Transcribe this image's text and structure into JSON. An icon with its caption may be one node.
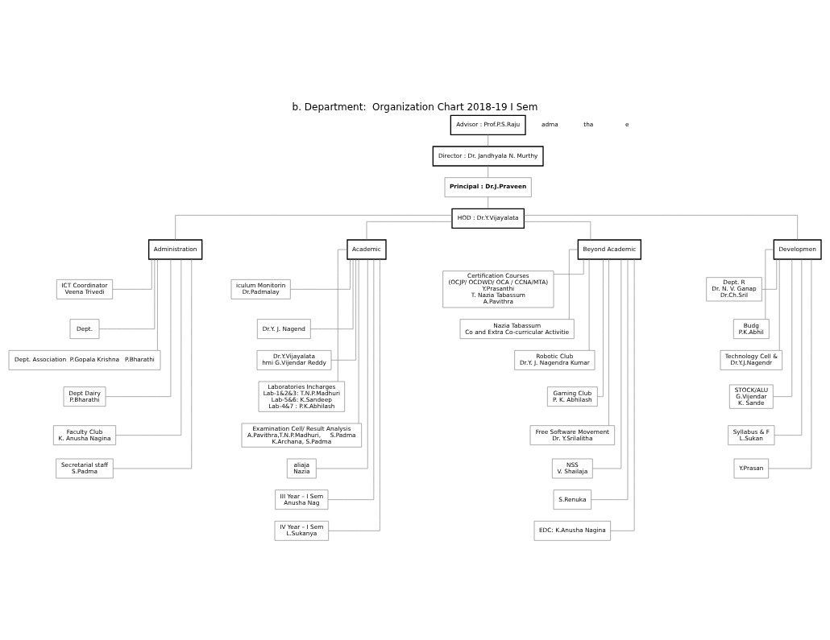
{
  "diagram": {
    "title": "b. Department:  Organization Chart 2018-19 I Sem",
    "nodes": [
      {
        "text": [
          "Advisor : Prof.P.S.Raju"
        ]
      },
      {
        "text": [
          "Director : Dr. Jandhyala N. Murthy"
        ]
      },
      {
        "text": [
          "Principal : Dr.J.Praveen"
        ]
      },
      {
        "text": [
          "HOD : Dr.Y.Vijayalata"
        ]
      },
      {
        "text": [
          "Administration"
        ]
      },
      {
        "text": [
          "Academic"
        ]
      },
      {
        "text": [
          "Beyond Academic"
        ]
      },
      {
        "text": [
          "Developmen"
        ]
      },
      {
        "text": [
          "ICT Coordinator",
          "Veena Trivedi"
        ]
      },
      {
        "text": [
          "Dept."
        ]
      },
      {
        "text": [
          "Dept. Association  P.Gopala Krishna   P.Bharathi"
        ]
      },
      {
        "text": [
          "Dept Dairy",
          "P.Bharathi"
        ]
      },
      {
        "text": [
          "Faculty Club",
          "K. Anusha Nagina"
        ]
      },
      {
        "text": [
          "Secretarial staff",
          "S.Padma"
        ]
      },
      {
        "text": [
          "iculum Monitorin",
          "Dr.Padmalay"
        ]
      },
      {
        "text": [
          "Dr.Y. J. Nagend"
        ]
      },
      {
        "text": [
          "Dr.Y.Vijayalata",
          "hmi G.Vijendar Reddy"
        ]
      },
      {
        "text": [
          "Laboratories Incharges",
          "Lab-1&2&3: T.N.P.Madhuri",
          "Lab-5&6: K.Sandeep",
          "Lab-4&7 : P.K.Abhilash"
        ]
      },
      {
        "text": [
          "Examination Cell/ Result Analysis",
          "A.Pavithra,T.N.P.Madhuri,     S.Padma",
          "K.Archana, S.Padma"
        ]
      },
      {
        "text": [
          "aliaja",
          "Nazia"
        ]
      },
      {
        "text": [
          "III Year – I Sem",
          "Anusha Nag"
        ]
      },
      {
        "text": [
          "IV Year – I Sem",
          "L.Sukanya"
        ]
      },
      {
        "text": [
          "Certification Courses",
          "(OCJP/ OCDWD/ OCA / CCNA/MTA)",
          "Y.Prasanthi",
          "T. Nazia Tabassum",
          "A.Pavithra"
        ]
      },
      {
        "text": [
          "Nazia Tabassum",
          "Co and Extra Co-curricular Activitie"
        ]
      },
      {
        "text": [
          "Robotic Club",
          "Dr.Y. J. Nagendra Kumar"
        ]
      },
      {
        "text": [
          "Gaming Club",
          "P. K. Abhilash"
        ]
      },
      {
        "text": [
          "Free Software Movement",
          "Dr. Y.Srilalitha"
        ]
      },
      {
        "text": [
          "NSS",
          "V. Shailaja"
        ]
      },
      {
        "text": [
          "S.Renuka"
        ]
      },
      {
        "text": [
          "EDC: K.Anusha Nagina"
        ]
      },
      {
        "text": [
          "Dept. R",
          "Dr. N. V. Ganap",
          "Dr.Ch.Sril"
        ]
      },
      {
        "text": [
          "Budg",
          "P.K.Abhil"
        ]
      },
      {
        "text": [
          "Technology Cell &",
          "Dr.Y.J.Nagendr"
        ]
      },
      {
        "text": [
          "STOCK/ALU",
          "G.Vijendar",
          "K. Sande"
        ]
      },
      {
        "text": [
          "Syllabus & F",
          "L.Sukan"
        ]
      },
      {
        "text": [
          "Y.Prasan"
        ]
      }
    ],
    "edges": [
      {
        "from": 0,
        "to": 1,
        "arrow": "none"
      },
      {
        "from": 1,
        "to": 2,
        "arrow": "none"
      },
      {
        "from": 2,
        "to": 3,
        "arrow": "none"
      },
      {
        "from": 3,
        "to": 4,
        "arrow": "none"
      },
      {
        "from": 3,
        "to": 5,
        "arrow": "none"
      },
      {
        "from": 3,
        "to": 6,
        "arrow": "none"
      },
      {
        "from": 3,
        "to": 7,
        "arrow": "none"
      },
      {
        "from": 4,
        "to": 8,
        "arrow": "none"
      },
      {
        "from": 4,
        "to": 9,
        "arrow": "none"
      },
      {
        "from": 4,
        "to": 10,
        "arrow": "none"
      },
      {
        "from": 4,
        "to": 11,
        "arrow": "none"
      },
      {
        "from": 4,
        "to": 12,
        "arrow": "none"
      },
      {
        "from": 4,
        "to": 13,
        "arrow": "none"
      },
      {
        "from": 5,
        "to": 14,
        "arrow": "none"
      },
      {
        "from": 5,
        "to": 15,
        "arrow": "none"
      },
      {
        "from": 5,
        "to": 16,
        "arrow": "none"
      },
      {
        "from": 5,
        "to": 17,
        "arrow": "none"
      },
      {
        "from": 5,
        "to": 18,
        "arrow": "none"
      },
      {
        "from": 5,
        "to": 19,
        "arrow": "none"
      },
      {
        "from": 5,
        "to": 20,
        "arrow": "none"
      },
      {
        "from": 5,
        "to": 21,
        "arrow": "none"
      },
      {
        "from": 6,
        "to": 22,
        "arrow": "none"
      },
      {
        "from": 6,
        "to": 23,
        "arrow": "none"
      },
      {
        "from": 6,
        "to": 24,
        "arrow": "none"
      },
      {
        "from": 6,
        "to": 25,
        "arrow": "none"
      },
      {
        "from": 6,
        "to": 26,
        "arrow": "none"
      },
      {
        "from": 6,
        "to": 27,
        "arrow": "none"
      },
      {
        "from": 6,
        "to": 28,
        "arrow": "none"
      },
      {
        "from": 6,
        "to": 29,
        "arrow": "none"
      },
      {
        "from": 7,
        "to": 30,
        "arrow": "none"
      },
      {
        "from": 7,
        "to": 31,
        "arrow": "none"
      },
      {
        "from": 7,
        "to": 32,
        "arrow": "none"
      },
      {
        "from": 7,
        "to": 33,
        "arrow": "none"
      },
      {
        "from": 7,
        "to": 34,
        "arrow": "none"
      },
      {
        "from": 7,
        "to": 35,
        "arrow": "none"
      }
    ],
    "labels": [
      "adma",
      "tha",
      "e"
    ]
  }
}
